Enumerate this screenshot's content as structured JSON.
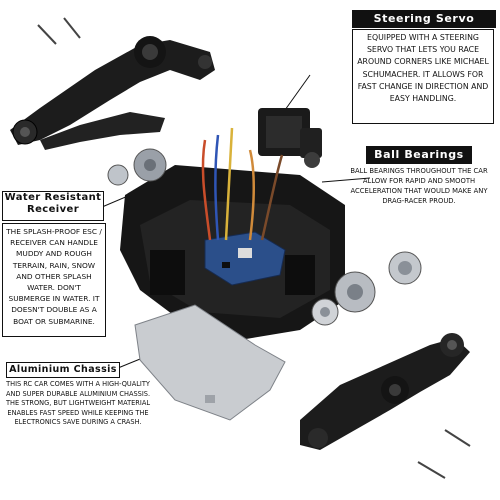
{
  "callouts": {
    "steering_servo": {
      "title": "Steering Servo",
      "text": "Equipped with a steering servo that lets you race around corners like Michael Schumacher. It allows for fast change in direction and easy handling."
    },
    "ball_bearings": {
      "title": "Ball Bearings",
      "text": "Ball bearings throughout the car allow for rapid and smooth acceleration that would make any drag-racer proud."
    },
    "water_resistant_receiver": {
      "title": "Water Resistant Receiver",
      "text": "The splash-proof ESC / receiver can handle muddy and rough terrain, rain, snow and other splash water. Don't submerge in water. It doesn't double as a boat or submarine."
    },
    "aluminium_chassis": {
      "title": "Aluminium Chassis",
      "text": "This RC car comes with a high-quality and super durable aluminium chassis. The strong, but lightweight material enables fast speed while keeping the electronics save during a crash."
    }
  },
  "colors": {
    "ink": "#111111",
    "plastic": "#1b1b1b",
    "metal": "#b8bcc2",
    "board": "#2b4f8a",
    "motor_copper": "#c9732c"
  }
}
